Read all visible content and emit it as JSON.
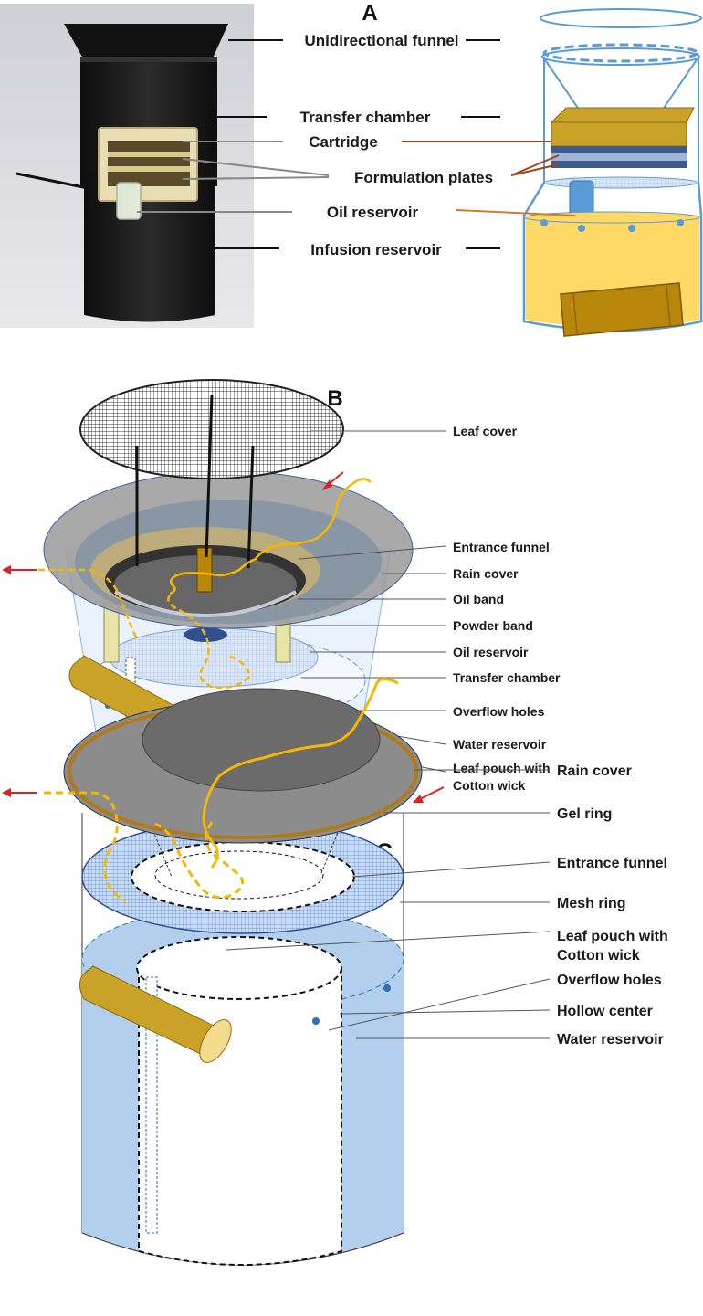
{
  "panels": {
    "a": {
      "letter": "A",
      "labels": [
        "Unidirectional funnel",
        "Transfer chamber",
        "Cartridge",
        "Formulation plates",
        "Oil reservoir",
        "Infusion reservoir"
      ]
    },
    "b": {
      "letter": "B",
      "labels": [
        "Leaf cover",
        "Entrance funnel",
        "Rain cover",
        "Oil band",
        "Powder band",
        "Oil reservoir",
        "Transfer chamber",
        "Overflow holes",
        "Water reservoir",
        "Leaf pouch with",
        "Cotton wick"
      ]
    },
    "c": {
      "letter": "C",
      "labels": [
        "Rain cover",
        "Gel ring",
        "Entrance funnel",
        "Mesh ring",
        "Leaf pouch with",
        "Cotton wick",
        "Overflow holes",
        "Hollow center",
        "Water reservoir"
      ]
    }
  },
  "colors": {
    "liquid": "#ffd966",
    "liquid_dark": "#b8860b",
    "trap_outline": "#5b9bd5",
    "water": "#b3cfee",
    "rain_cover": "#8c8c8c",
    "mesh_blue": "#a9c4ec",
    "insect_path": "#f5b800",
    "arrow": "#e02020",
    "photo_body": "#1c1c1c",
    "photo_cartridge": "#e8dcb0"
  }
}
